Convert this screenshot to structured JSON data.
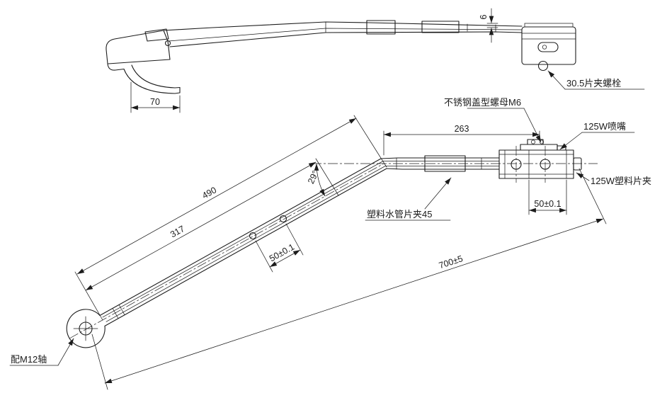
{
  "title": "wiper-arm-technical-drawing",
  "colors": {
    "ink": "#1c1c1c",
    "background": "#ffffff"
  },
  "top_view": {
    "dim_70": "70",
    "dim_6": "6",
    "label_clip_bolt": "30.5片夹螺栓"
  },
  "bottom_view": {
    "dim_490": "490",
    "dim_317": "317",
    "dim_angle": "29°",
    "dim_263": "263",
    "dim_50_holes": "50±0.1",
    "dim_50_clip": "50±0.1",
    "dim_700": "700±5",
    "label_cap_nut": "不锈钢盖型螺母M6",
    "label_nozzle": "125W喷嘴",
    "label_plastic_clip": "125W塑料片夹",
    "label_pipe_clip": "塑料水管片夹45",
    "label_shaft": "配M12轴"
  }
}
